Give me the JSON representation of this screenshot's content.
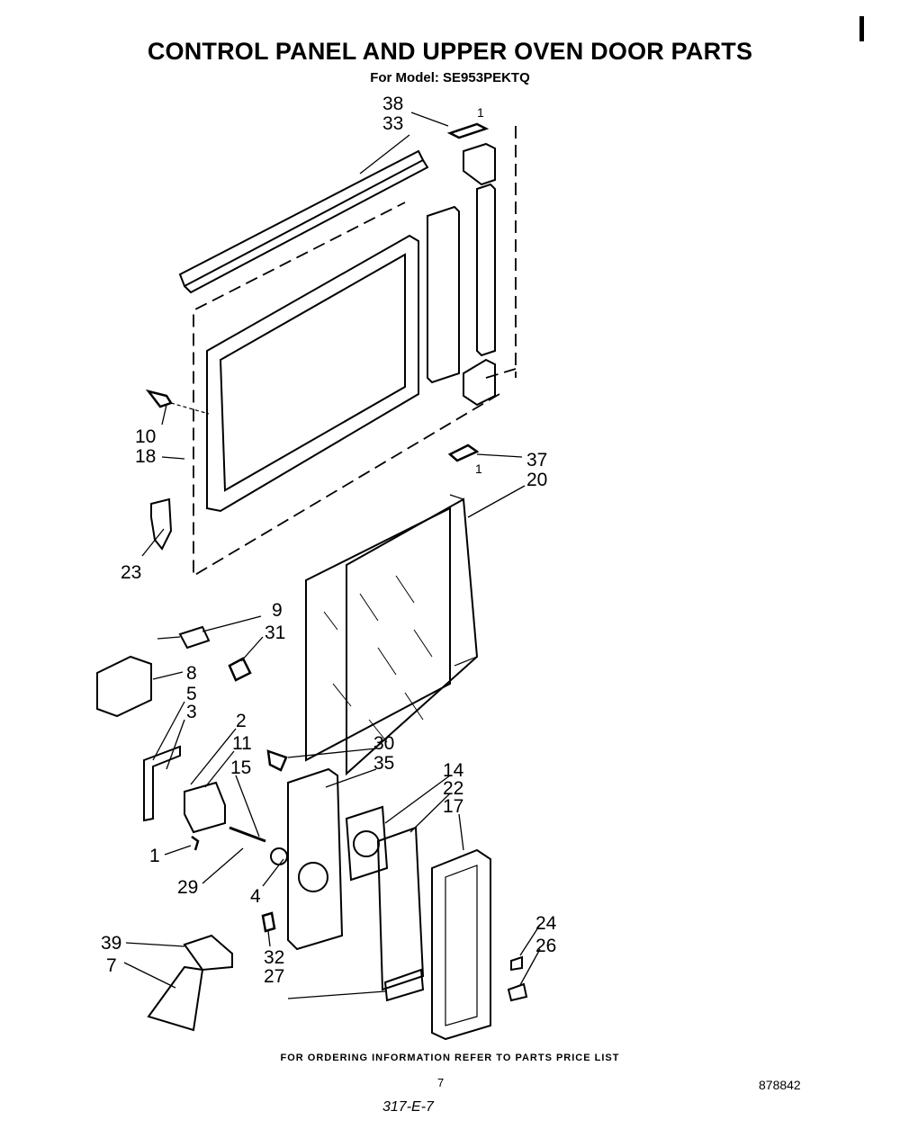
{
  "header": {
    "title": "CONTROL PANEL AND UPPER OVEN DOOR PARTS",
    "model_line": "For Model: SE953PEKTQ"
  },
  "callouts": {
    "c38": "38",
    "c33": "33",
    "c1a": "1",
    "c10": "10",
    "c18": "18",
    "c37": "37",
    "c1b": "1",
    "c20": "20",
    "c23": "23",
    "c9": "9",
    "c31": "31",
    "c8": "8",
    "c5": "5",
    "c3": "3",
    "c2": "2",
    "c11": "11",
    "c15": "15",
    "c30": "30",
    "c35": "35",
    "c14": "14",
    "c22": "22",
    "c17": "17",
    "c1c": "1",
    "c29": "29",
    "c4": "4",
    "c24": "24",
    "c26": "26",
    "c39": "39",
    "c7": "7",
    "c32": "32",
    "c27": "27"
  },
  "footer": {
    "ordering_note": "FOR ORDERING INFORMATION REFER TO PARTS PRICE LIST",
    "page_number": "7",
    "document_number": "878842",
    "handwritten_code": "317-E-7"
  }
}
